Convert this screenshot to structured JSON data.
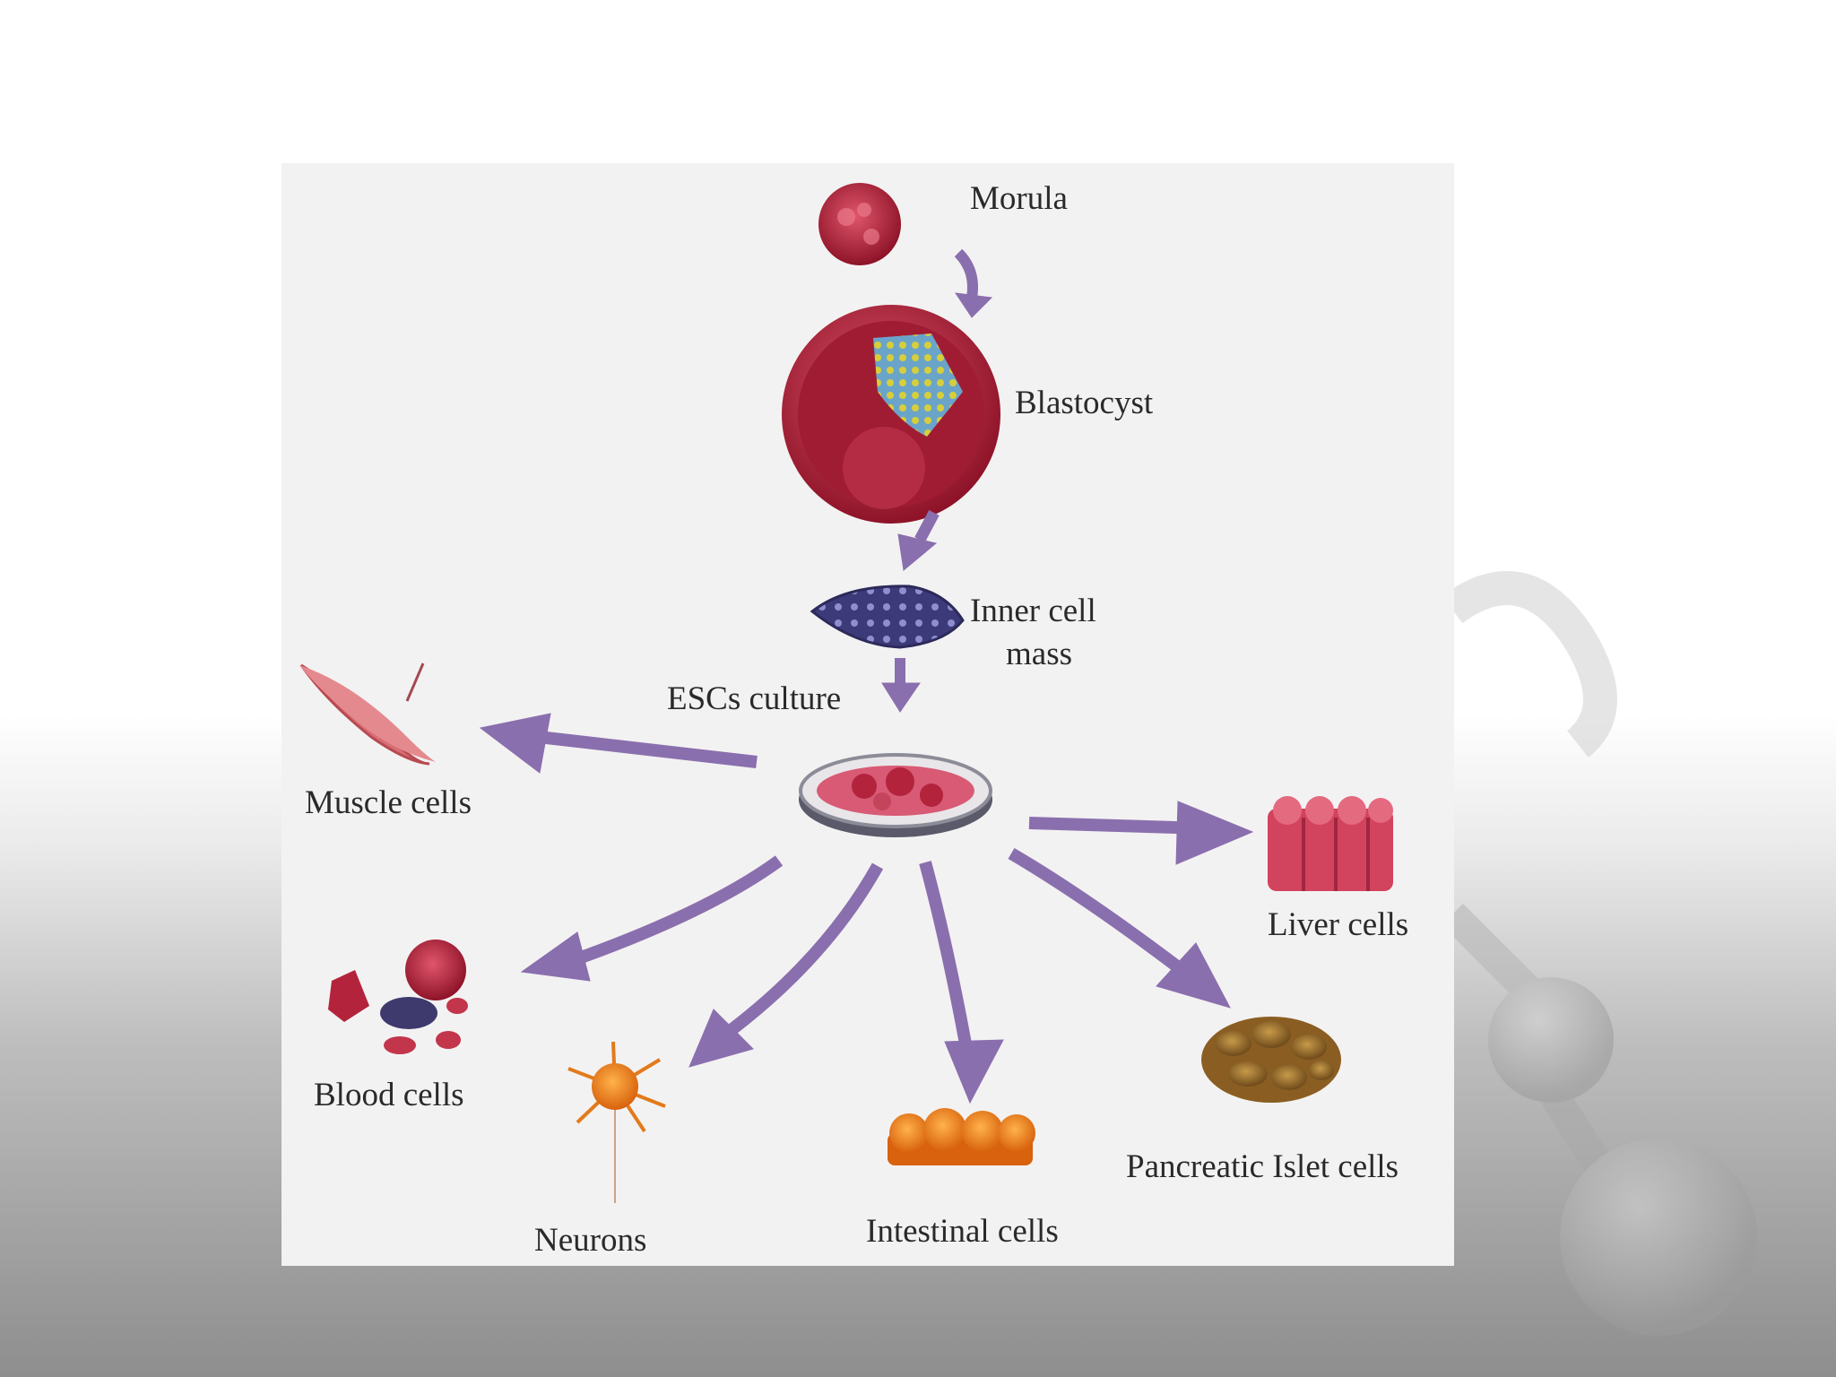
{
  "diagram": {
    "labels": {
      "morula": "Morula",
      "blastocyst": "Blastocyst",
      "inner_cell_mass_line1": "Inner cell",
      "inner_cell_mass_line2": "mass",
      "escs_culture": "ESCs culture",
      "muscle_cells": "Muscle cells",
      "liver_cells": "Liver cells",
      "blood_cells": "Blood cells",
      "neurons": "Neurons",
      "intestinal_cells": "Intestinal cells",
      "pancreatic_islet_cells": "Pancreatic Islet cells"
    },
    "colors": {
      "arrow": "#8a6fae",
      "cell_red": "#b3233c",
      "inner_mass": "#3c3a78",
      "background": "#f3f2f2"
    }
  }
}
